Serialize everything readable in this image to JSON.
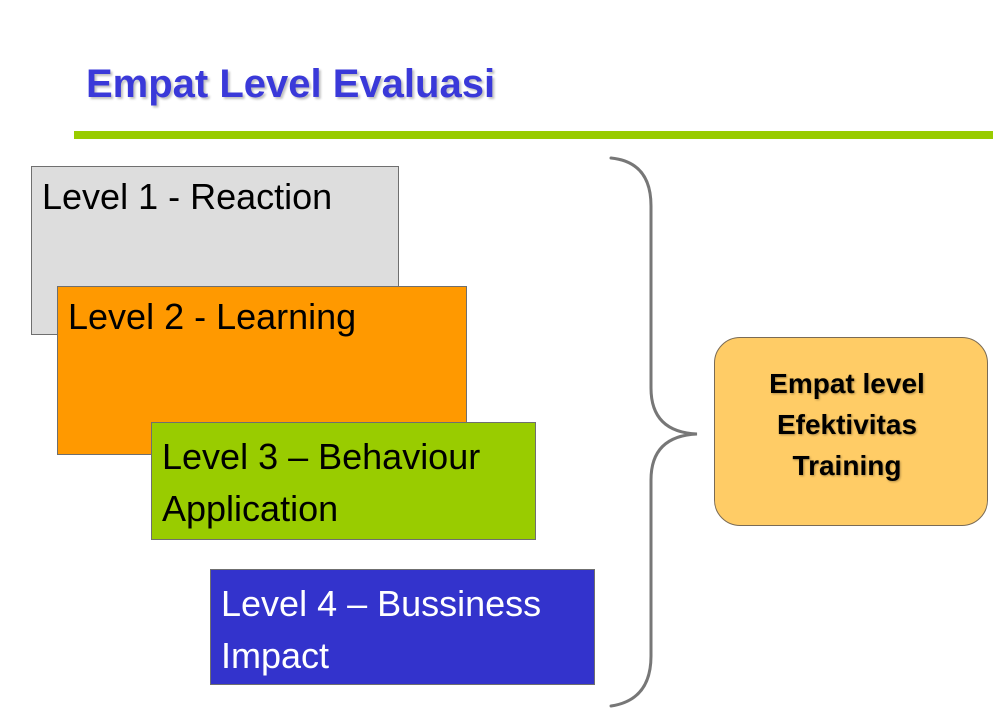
{
  "slide": {
    "title": "Empat Level Evaluasi",
    "levels": [
      {
        "lines": [
          "Level 1 - Reaction"
        ],
        "fill": "#dddddd",
        "text_color": "#000000"
      },
      {
        "lines": [
          "Level 2 - Learning"
        ],
        "fill": "#ff9900",
        "text_color": "#000000"
      },
      {
        "lines": [
          "Level 3 – Behaviour",
          "Application"
        ],
        "fill": "#99cc00",
        "text_color": "#000000"
      },
      {
        "lines": [
          "Level 4 – Bussiness",
          "Impact"
        ],
        "fill": "#3333cc",
        "text_color": "#ffffff"
      }
    ],
    "summary": {
      "lines": [
        "Empat level",
        "Efektivitas",
        "Training"
      ]
    }
  },
  "colors": {
    "title": "#3a39d9",
    "rule": "#99cc00",
    "brace": "#777777",
    "summary_fill": "#ffcc66"
  }
}
